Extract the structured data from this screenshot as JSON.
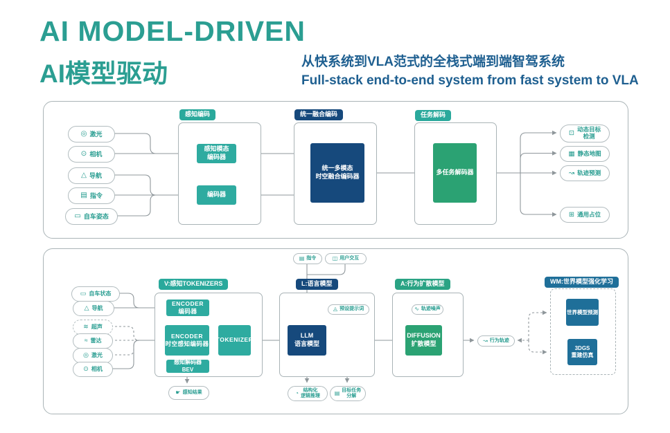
{
  "header": {
    "title_en": "AI MODEL-DRIVEN",
    "title_zh": "AI模型驱动",
    "subtitle_zh": "从快系统到VLA范式的全栈式端到端智驾系统",
    "subtitle_en": "Full-stack end-to-end system from fast system to VLA"
  },
  "colors": {
    "accent_teal": "#2b9e92",
    "accent_blue": "#1e5f90",
    "box_teal": "#2eaba0",
    "box_navy": "#16497c",
    "box_green": "#2ba273",
    "box_blue": "#1f6f99",
    "wire_gray": "#8f979b"
  },
  "top_panel": {
    "tags": {
      "perception": "感知编码",
      "fusion": "统一融合编码",
      "decode": "任务解码"
    },
    "inputs": [
      {
        "label": "激光",
        "icon": "◎"
      },
      {
        "label": "相机",
        "icon": "⊙"
      },
      {
        "label": "导航",
        "icon": "△"
      },
      {
        "label": "指令",
        "icon": "▤"
      },
      {
        "label": "自车姿态",
        "icon": "▭"
      }
    ],
    "boxes": {
      "modality_encoder": "感知模态\n编码器",
      "encoder": "编码器",
      "fusion_encoder": "统一多模态\n时空融合编码器",
      "multitask_decoder": "多任务解码器"
    },
    "outputs": [
      {
        "label": "动态目标\n检测",
        "icon": "⊡"
      },
      {
        "label": "静态地图",
        "icon": "▦"
      },
      {
        "label": "轨迹预测",
        "icon": "↝"
      },
      {
        "label": "通用占位",
        "icon": "⊞"
      }
    ]
  },
  "bottom_panel": {
    "tags": {
      "v": "V:感知TOKENIZERS",
      "l": "L:语言模型",
      "a": "A:行为扩散模型",
      "wm": "WM:世界模型强化学习"
    },
    "inputs": [
      {
        "label": "自车状态",
        "icon": "▭"
      },
      {
        "label": "导航",
        "icon": "△"
      },
      {
        "label": "超声",
        "icon": "≋"
      },
      {
        "label": "雷达",
        "icon": "≈"
      },
      {
        "label": "激光",
        "icon": "◎"
      },
      {
        "label": "相机",
        "icon": "⊙"
      }
    ],
    "top_pills": [
      {
        "label": "指令",
        "icon": "▤"
      },
      {
        "label": "用户交互",
        "icon": "◫"
      }
    ],
    "boxes": {
      "encoder_small": "ENCODER\n编码器",
      "encoder_st": "ENCODER\n时空感知编码器",
      "bev_decoder": "感知解码器\nBEV",
      "tokenizer": "TOKENIZER",
      "llm": "LLM\n语言模型",
      "diffusion": "DIFFUSION\n扩散模型",
      "wm_predict": "世界模型预测",
      "gs": "3DGS\n重建仿真"
    },
    "pills": {
      "prompt": {
        "label": "预设提示词",
        "icon": "◬"
      },
      "noise": {
        "label": "轨迹噪声",
        "icon": "∿"
      },
      "behavior": {
        "label": "行为轨迹",
        "icon": "↝"
      },
      "result": {
        "label": "感知结果",
        "icon": "☛"
      },
      "reasoning": {
        "label": "结构化\n逻辑推理",
        "icon": "◔"
      },
      "task": {
        "label": "目标任务\n分解",
        "icon": "▤"
      }
    }
  }
}
